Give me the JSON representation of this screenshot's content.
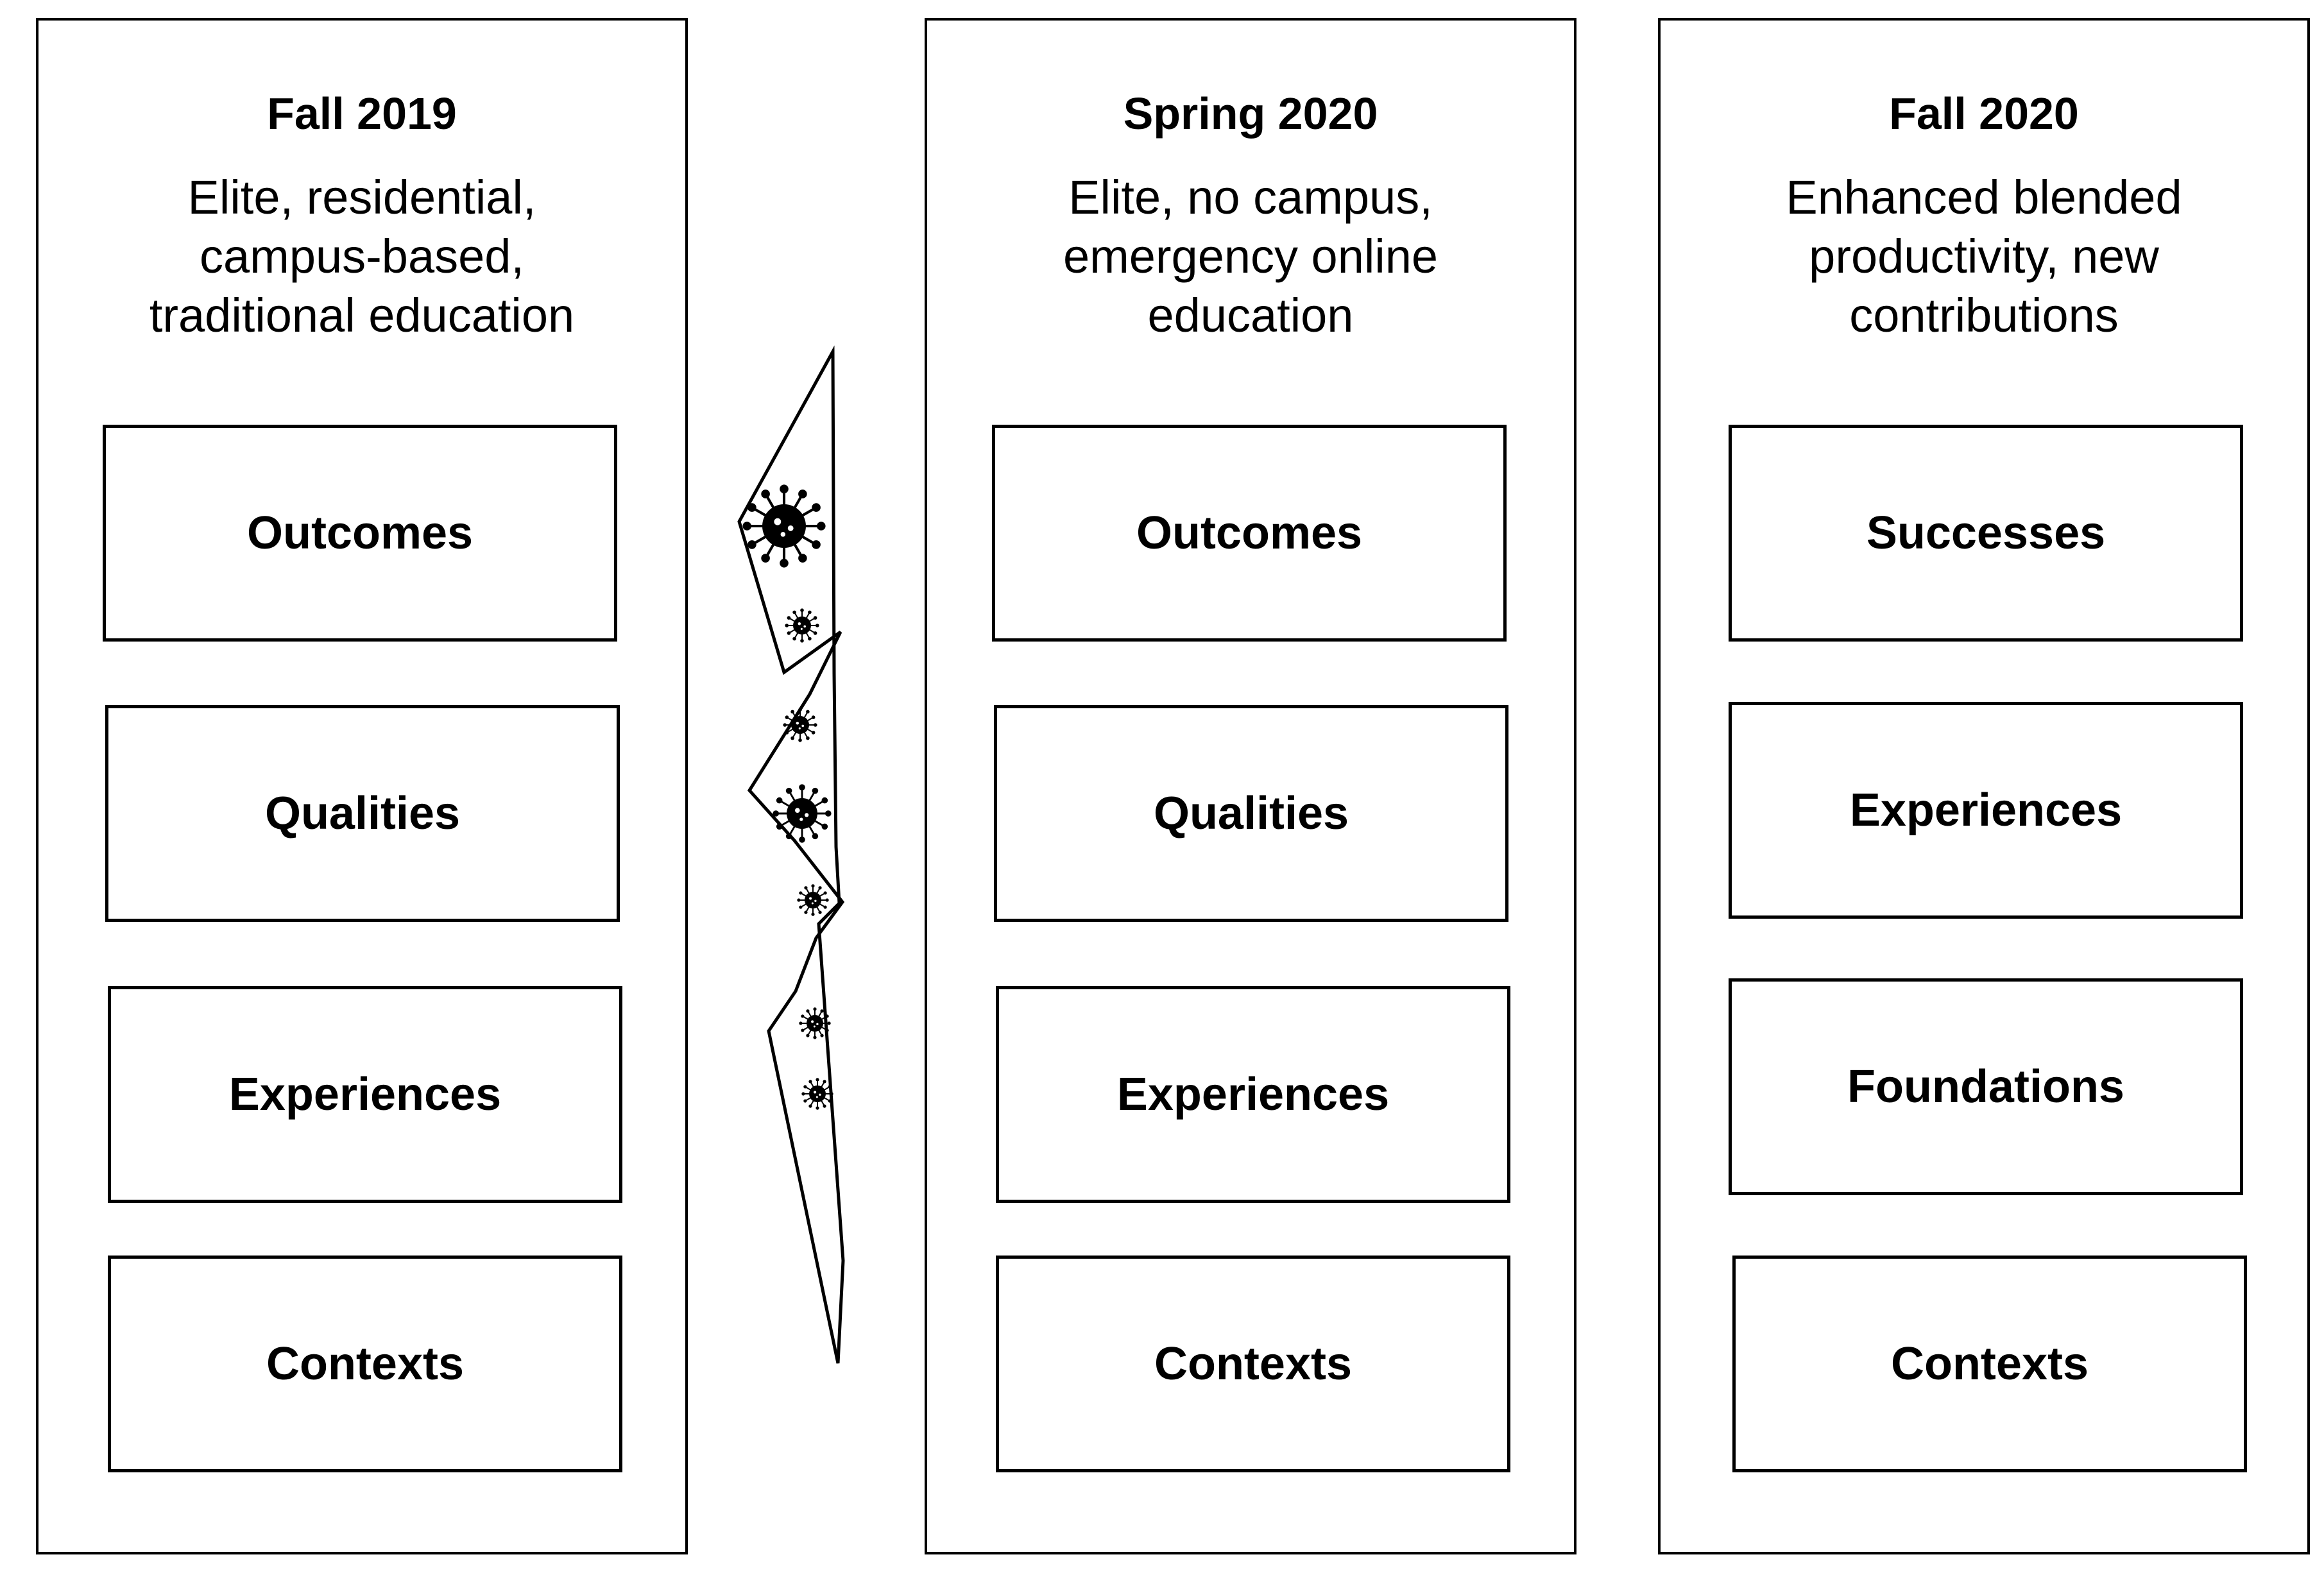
{
  "columns": [
    {
      "period": "Fall 2019",
      "description": [
        "Elite, residential,",
        "campus-based,",
        "traditional education"
      ],
      "boxes": [
        "Outcomes",
        "Qualities",
        "Experiences",
        "Contexts"
      ]
    },
    {
      "period": "Spring 2020",
      "description": [
        "Elite, no campus,",
        "emergency online",
        "education"
      ],
      "boxes": [
        "Outcomes",
        "Qualities",
        "Experiences",
        "Contexts"
      ]
    },
    {
      "period": "Fall 2020",
      "description": [
        "Enhanced blended",
        "productivity, new",
        "contributions"
      ],
      "boxes": [
        "Successes",
        "Experiences",
        "Foundations",
        "Contexts"
      ]
    }
  ],
  "separator": {
    "icon": "virus-icon"
  }
}
